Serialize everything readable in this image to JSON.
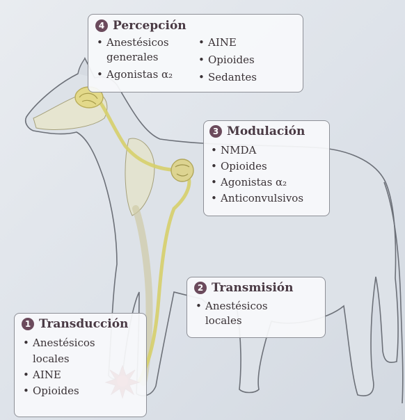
{
  "stages": {
    "perception": {
      "number": "4",
      "title": "Percepción",
      "col1": [
        "Anestésicos",
        "generales",
        "Agonistas α₂"
      ],
      "col2": [
        "AINE",
        "Opioides",
        "Sedantes"
      ]
    },
    "modulation": {
      "number": "3",
      "title": "Modulación",
      "items": [
        "NMDA",
        "Opioides",
        "Agonistas α₂",
        "Anticonvulsivos"
      ]
    },
    "transmission": {
      "number": "2",
      "title": "Transmisión",
      "items": [
        "Anestésicos",
        "locales"
      ]
    },
    "transduction": {
      "number": "1",
      "title": "Transducción",
      "items": [
        "Anestésicos",
        "locales",
        "AINE",
        "Opioides"
      ]
    }
  },
  "colors": {
    "nerve_pathway": "#d6cf6a",
    "pain_stimulus": "#a0101a",
    "badge": "#6b4a5c"
  }
}
